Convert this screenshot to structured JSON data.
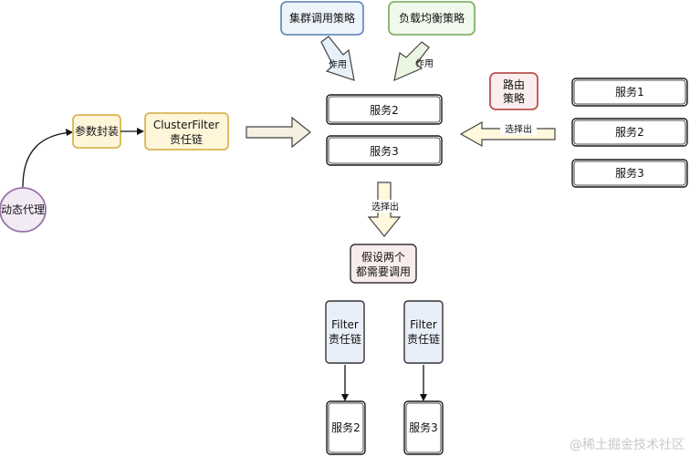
{
  "nodes": {
    "cluster_policy": "集群调用策略",
    "load_balance_policy": "负载均衡策略",
    "service2_top": "服务2",
    "service3_top": "服务3",
    "routing_policy": [
      "路由",
      "策略"
    ],
    "right_service1": "服务1",
    "right_service2": "服务2",
    "right_service3": "服务3",
    "param_wrap": "参数封装",
    "cluster_filter": [
      "ClusterFilter",
      "责任链"
    ],
    "dynamic_proxy": "动态代理",
    "assume_both": [
      "假设两个",
      "都需要调用"
    ],
    "filter_left": [
      "Filter",
      "责任链"
    ],
    "filter_right": [
      "Filter",
      "责任链"
    ],
    "service2_bottom": "服务2",
    "service3_bottom": "服务3"
  },
  "edges": {
    "apply_left": "作用",
    "apply_right": "作用",
    "select_right": "选择出",
    "select_down": "选择出"
  },
  "watermark": "@稀土掘金技术社区",
  "colors": {
    "blue": "#6c8ebf",
    "green": "#82b366",
    "red": "#b85450",
    "yellow": "#d6b656",
    "purple": "#9673a6",
    "stroke": "#1a1a1a"
  }
}
